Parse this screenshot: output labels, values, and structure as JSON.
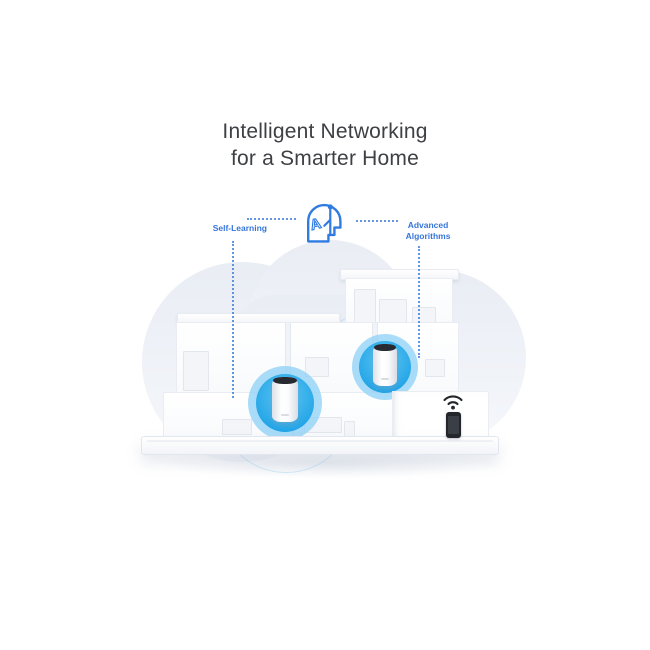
{
  "header": {
    "title_line1": "Intelligent Networking",
    "title_line2": "for a Smarter Home"
  },
  "callouts": {
    "left_label": "Self-Learning",
    "right_label": "Advanced Algorithms"
  },
  "scene": {
    "mesh_unit_count": 2,
    "icons": {
      "ai": "ai-head-icon",
      "wifi": "wifi-icon",
      "smartphone": "smartphone-icon",
      "mesh_unit": "mesh-wifi-unit-icon"
    }
  },
  "colors": {
    "accent_blue": "#3575d9",
    "icon_blue": "#2f7be2",
    "signal_blue_inner": "#23a5e7",
    "signal_glow_outer": "#8cd0f5",
    "ripple_blue": "#6ebef0",
    "cloud_gray": "#edf1f7",
    "title_text": "#3e4044",
    "device_cap": "#272b31",
    "phone_black": "#23262b"
  }
}
